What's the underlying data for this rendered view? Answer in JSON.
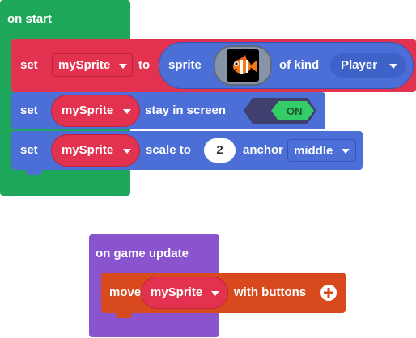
{
  "on_start": {
    "hat_label": "on start",
    "set_sprite": {
      "set_label": "set",
      "variable": "mySprite",
      "to_label": "to",
      "sprite_label": "sprite",
      "of_kind_label": "of kind",
      "kind_value": "Player",
      "image_icon": "clownfish-sprite-icon"
    },
    "stay_in_screen": {
      "set_label": "set",
      "variable": "mySprite",
      "property_label": "stay in screen",
      "toggle_value": "ON"
    },
    "scale": {
      "set_label": "set",
      "variable": "mySprite",
      "scale_label": "scale to",
      "scale_value": "2",
      "anchor_label": "anchor",
      "anchor_value": "middle"
    }
  },
  "on_game_update": {
    "hat_label": "on game update",
    "move": {
      "move_label": "move",
      "variable": "mySprite",
      "with_label": "with buttons",
      "add_icon": "plus-circle-icon"
    }
  },
  "colors": {
    "events_green": "#1ea65a",
    "sprites_blue": "#4b6fd6",
    "variable_red": "#e3324f",
    "controller_red": "#d84a1d",
    "game_purple": "#8b54cf"
  }
}
